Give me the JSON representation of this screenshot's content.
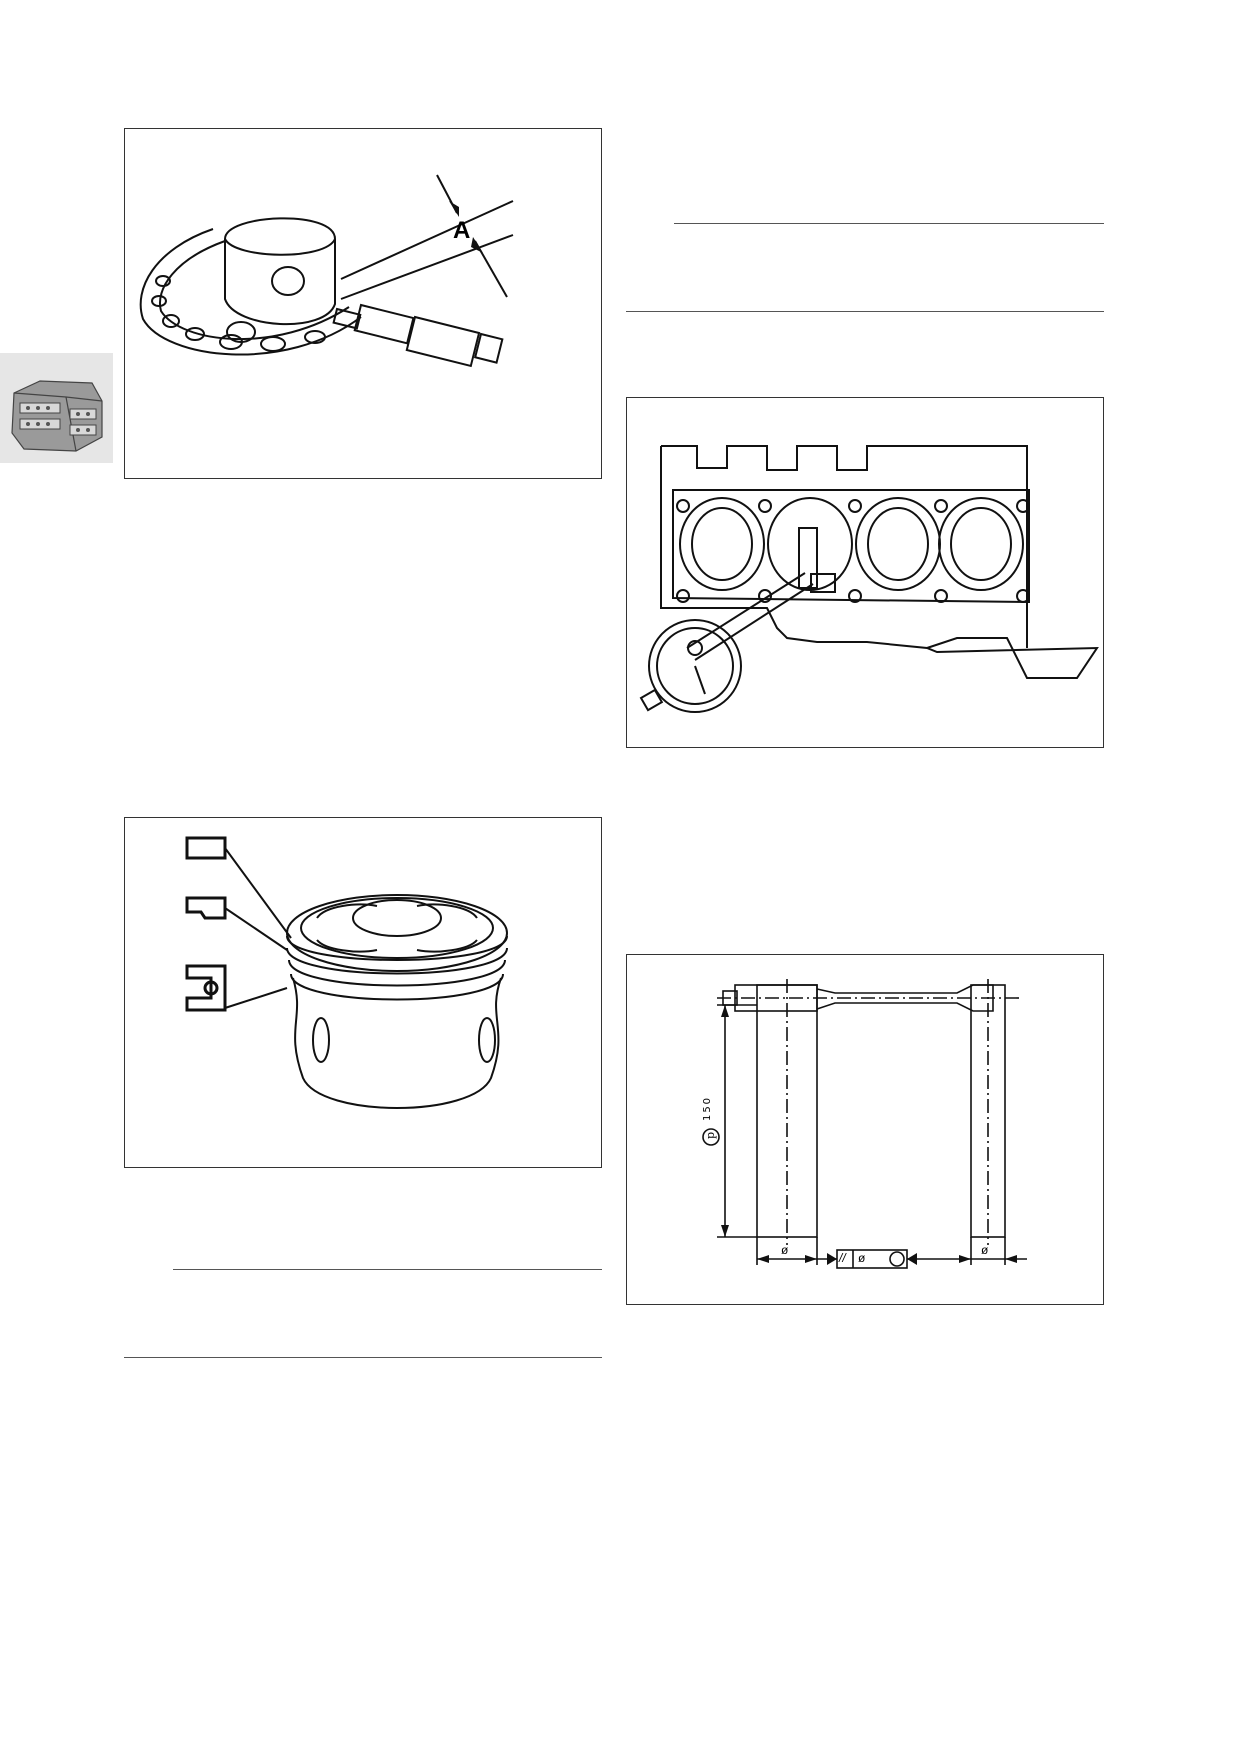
{
  "figures": {
    "piston_measure": {
      "label_a": "A"
    },
    "piston_rings": {},
    "bore_gauge": {},
    "connecting_rod": {
      "dim_150": "150",
      "symbol_p": "p",
      "dia_left": "ø",
      "dia_right": "ø",
      "tolerance_parallel": "//",
      "tolerance_dia": "ø"
    }
  },
  "section_icon": "engine-block-icon"
}
